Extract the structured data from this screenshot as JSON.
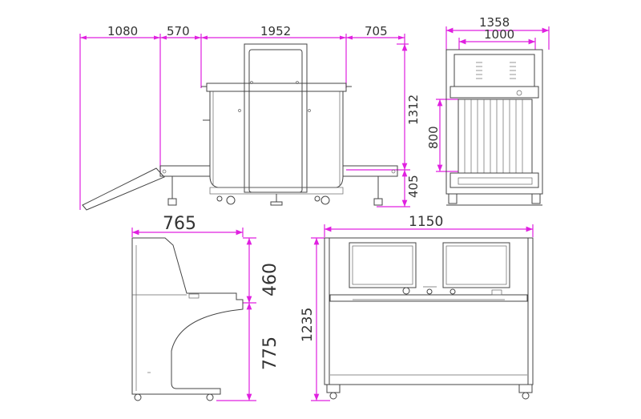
{
  "colors": {
    "dimension": "#e020e0",
    "outline": "#444444"
  },
  "views": {
    "side": {
      "dim_top": [
        "1080",
        "570",
        "1952",
        "705"
      ],
      "dim_right": [
        "1312",
        "405"
      ]
    },
    "front": {
      "dim_top": [
        "1358",
        "1000"
      ],
      "dim_left": [
        "800"
      ]
    },
    "profile": {
      "dim_top": "765",
      "dim_right": [
        "460",
        "775"
      ]
    },
    "console": {
      "dim_top": "1150",
      "dim_left": "1235"
    }
  }
}
